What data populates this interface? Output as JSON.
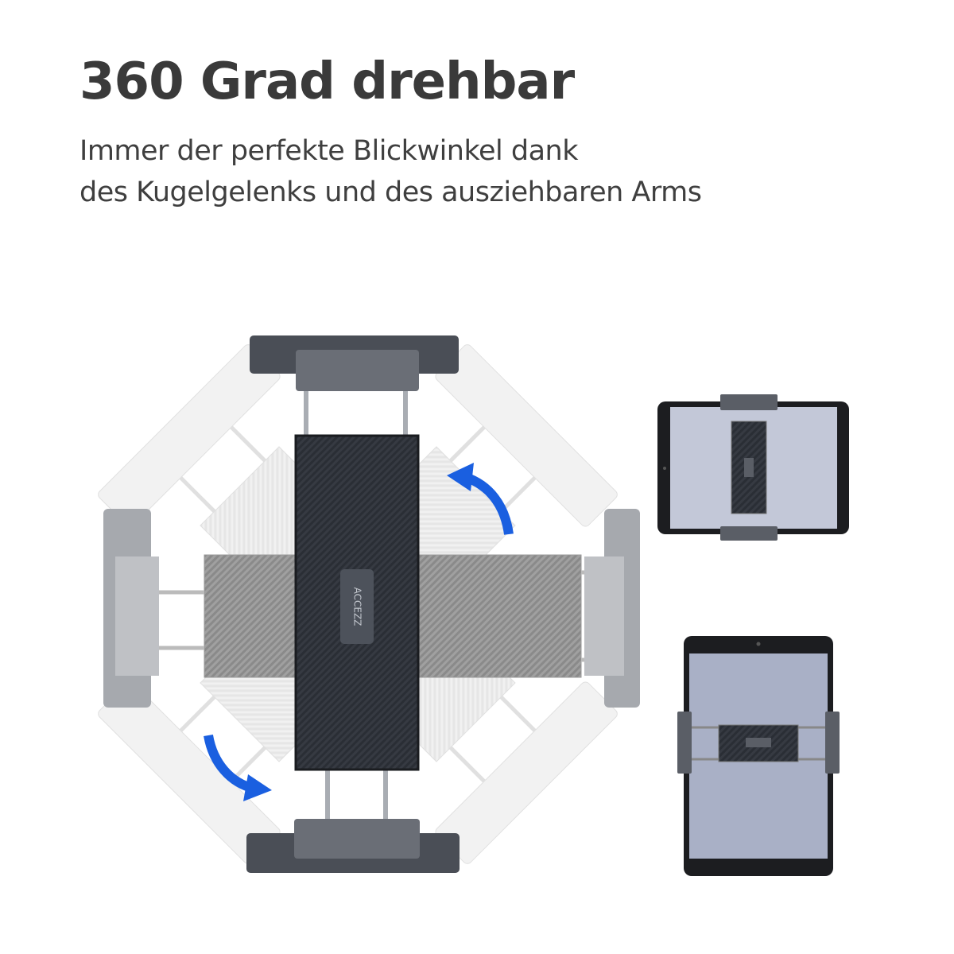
{
  "header": {
    "title": "360 Grad drehbar",
    "subtitle_line1": "Immer der perfekte Blickwinkel dank",
    "subtitle_line2": "des Kugelgelenks und des ausziehbaren Arms"
  },
  "product": {
    "brand_logo": "ACCEZZ",
    "arrow_color": "#1a5fe0",
    "holder_color": "#2b2f36",
    "clamp_color": "#5a5e66",
    "tablet_screen_color": "#c3c8d8"
  },
  "views": [
    "rotation-diagram",
    "landscape-tablet",
    "portrait-tablet"
  ]
}
